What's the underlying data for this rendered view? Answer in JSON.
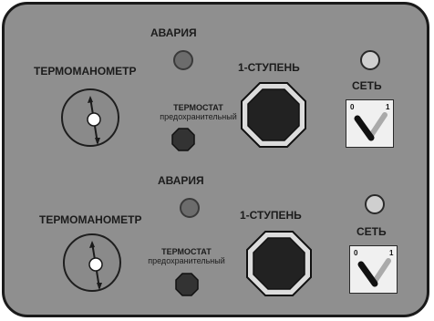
{
  "unit1": {
    "fault_label": "АВАРИЯ",
    "gauge_label": "ТЕРМОМАНОМЕТР",
    "stage_label": "1-СТУПЕНЬ",
    "thermostat_label": "ТЕРМОСТАТ",
    "thermostat_sub": "предохранительный",
    "net_label": "СЕТЬ",
    "switch_off": "0",
    "switch_on": "1"
  },
  "unit2": {
    "fault_label": "АВАРИЯ",
    "gauge_label": "ТЕРМОМАНОМЕТР",
    "stage_label": "1-СТУПЕНЬ",
    "thermostat_label": "ТЕРМОСТАТ",
    "thermostat_sub": "предохранительный",
    "net_label": "СЕТЬ",
    "switch_off": "0",
    "switch_on": "1"
  },
  "colors": {
    "panel": "#8f8f8f",
    "border": "#1a1a1a",
    "button_face": "#222222",
    "button_rim": "#e6e6e6",
    "fault_lamp": "#6c6c6c",
    "net_lamp": "#cfcfcf"
  },
  "icons": {
    "gauge": "dial-gauge-icon",
    "stage_button": "octagon-button-icon",
    "thermostat_button": "octagon-small-button-icon",
    "net_switch": "rotary-switch-icon"
  }
}
